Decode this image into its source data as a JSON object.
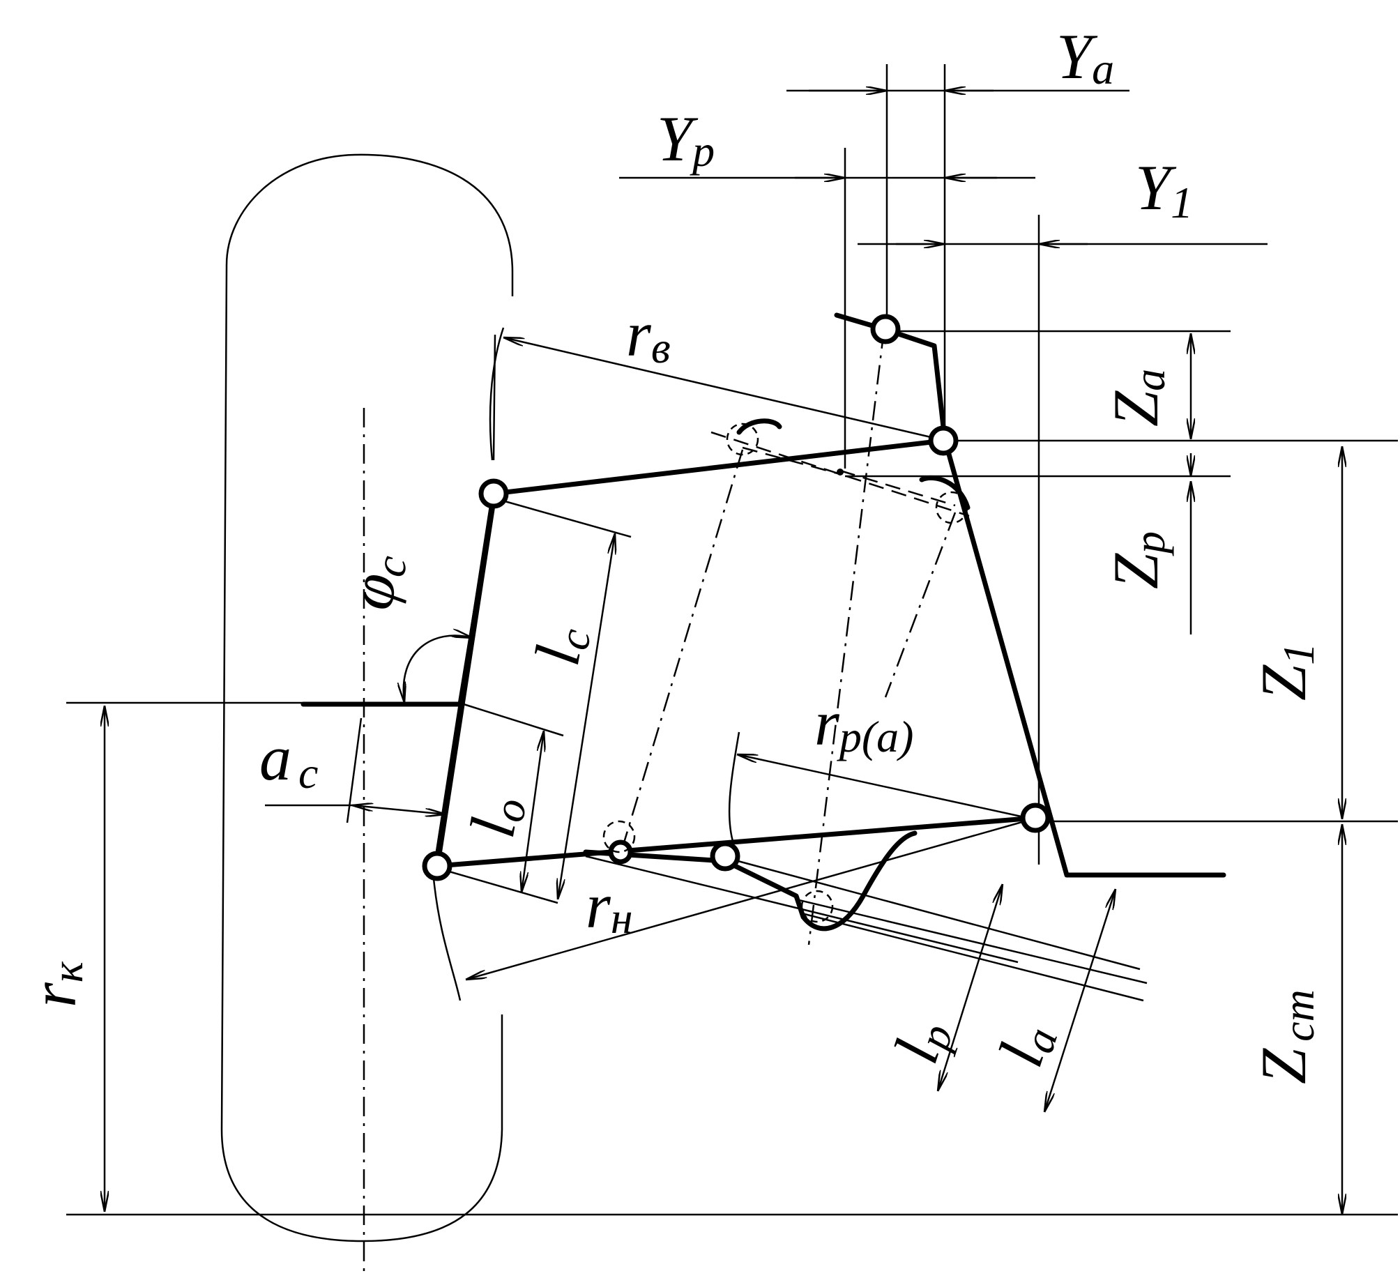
{
  "labels": {
    "y_a": [
      "Y",
      "a"
    ],
    "y_p": [
      "Y",
      "p"
    ],
    "y_1": [
      "Y",
      "1"
    ],
    "r_v": [
      "r",
      "в"
    ],
    "z_a": [
      "Z",
      "a"
    ],
    "z_p": [
      "Z",
      "p"
    ],
    "z_1": [
      "Z",
      "1"
    ],
    "phi_c": [
      "φ",
      "c"
    ],
    "l_c": [
      "l",
      "c"
    ],
    "r_p_a": [
      "r",
      "p(a)"
    ],
    "a_c": [
      "a",
      "c"
    ],
    "l_o": [
      "l",
      "o"
    ],
    "r_n": [
      "r",
      "н"
    ],
    "r_k": [
      "r",
      "к"
    ],
    "z_st": [
      "Z",
      "cm"
    ],
    "l_p": [
      "l",
      "p"
    ],
    "l_a": [
      "l",
      "a"
    ]
  }
}
